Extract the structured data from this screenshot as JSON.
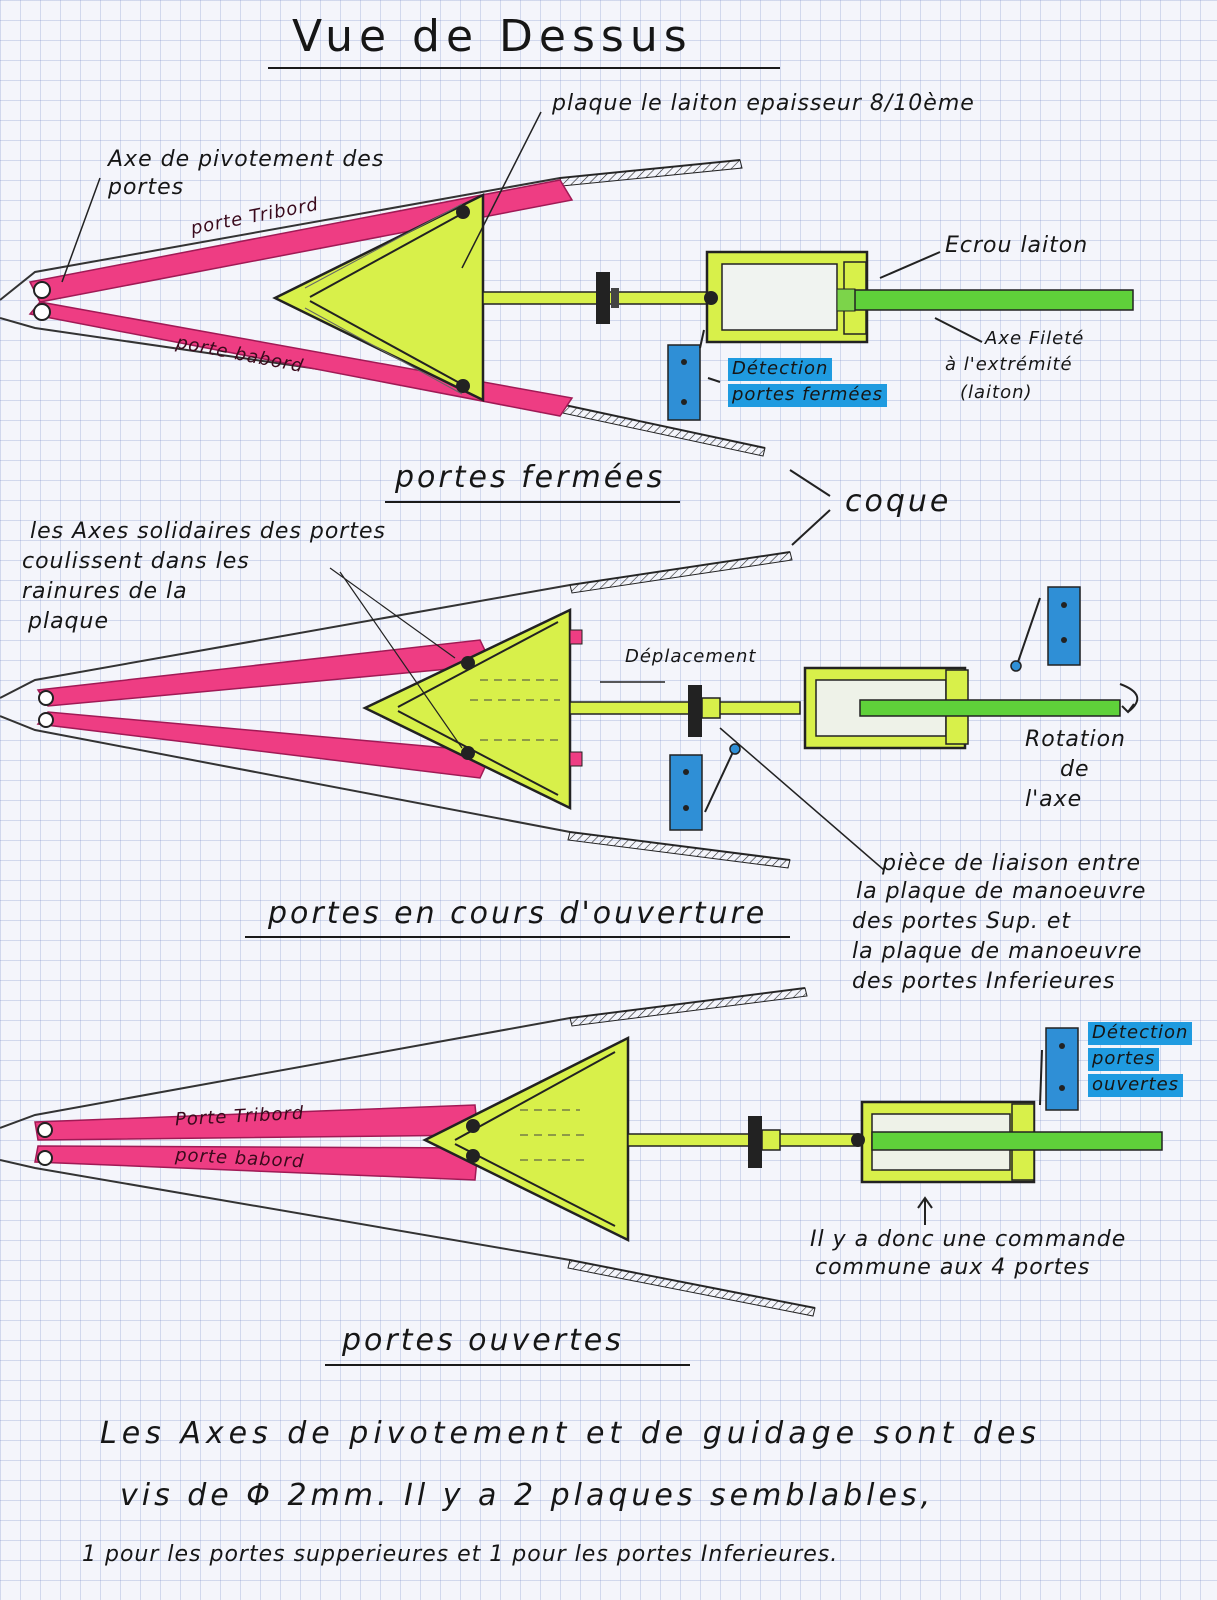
{
  "title": "Vue de Dessus",
  "labels": {
    "plaque_laiton": "plaque le laiton epaisseur 8/10ème",
    "axe_pivotement": "Axe de pivotement des",
    "axe_pivotement_2": "portes",
    "ecrou_laiton": "Ecrou laiton",
    "axe_filete_1": "Axe Fileté",
    "axe_filete_2": "à l'extrémité",
    "axe_filete_3": "(laiton)",
    "detection_fermees_1": "Détection",
    "detection_fermees_2": "portes fermées",
    "coque": "coque",
    "axes_solidaires_1": "les Axes solidaires des portes",
    "axes_solidaires_2": "coulissent dans les",
    "axes_solidaires_3": "rainures de la",
    "axes_solidaires_4": "plaque",
    "deplacement": "Déplacement",
    "rotation_1": "Rotation",
    "rotation_2": "de",
    "rotation_3": "l'axe",
    "piece_1": "pièce de liaison entre",
    "piece_2": "la plaque de manoeuvre",
    "piece_3": "des portes Sup. et",
    "piece_4": "la plaque de manoeuvre",
    "piece_5": "des portes Inferieures",
    "detection_ouvertes_1": "Détection",
    "detection_ouvertes_2": "portes",
    "detection_ouvertes_3": "ouvertes",
    "commande_1": "Il y a donc une commande",
    "commande_2": "commune aux 4 portes"
  },
  "doors": {
    "tribord_1": "porte Tribord",
    "babord_1": "porte babord",
    "tribord_3": "Porte Tribord",
    "babord_3": "porte babord"
  },
  "captions": {
    "fermees": "portes fermées",
    "en_cours": "portes en cours d'ouverture",
    "ouvertes": "portes ouvertes"
  },
  "bottom_note": {
    "line1": "Les Axes de pivotement et de guidage sont des",
    "line2": "vis de Φ 2mm. Il y a 2 plaques semblables,",
    "line3": "1 pour les portes supperieures et 1 pour les portes Inferieures."
  },
  "colors": {
    "door_pink": "#ee3d83",
    "plate_yellow": "#d8f04a",
    "shaft_green": "#5fd13a",
    "sensor_blue": "#2f8fd6",
    "grid": "#a8b6dc"
  }
}
